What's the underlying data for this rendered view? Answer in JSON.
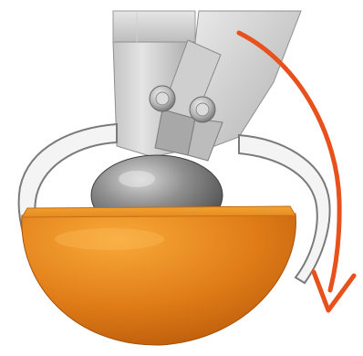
{
  "diagram": {
    "components": [
      {
        "id": "housing",
        "icon": "gimbal-housing-icon"
      },
      {
        "id": "tilting-arm",
        "icon": "tilting-arm-icon"
      },
      {
        "id": "pivot-screws",
        "icon": "screw-icon",
        "count": 2
      },
      {
        "id": "ball-joint",
        "icon": "ball-joint-icon"
      },
      {
        "id": "hemisphere",
        "icon": "hemisphere-icon"
      },
      {
        "id": "clamp-arms",
        "icon": "clamp-arm-icon",
        "count": 2
      },
      {
        "id": "rotation-arrow",
        "icon": "curved-arrow-icon"
      }
    ],
    "rotation_direction": "clockwise",
    "colors": {
      "background": "#ffffff",
      "metal_light": "#d9d9d9",
      "metal_mid": "#b3b3b3",
      "metal_dark": "#7a7a7a",
      "hemisphere_light": "#f6a12e",
      "hemisphere_dark": "#c2650d",
      "arrow": "#e8501c"
    }
  }
}
